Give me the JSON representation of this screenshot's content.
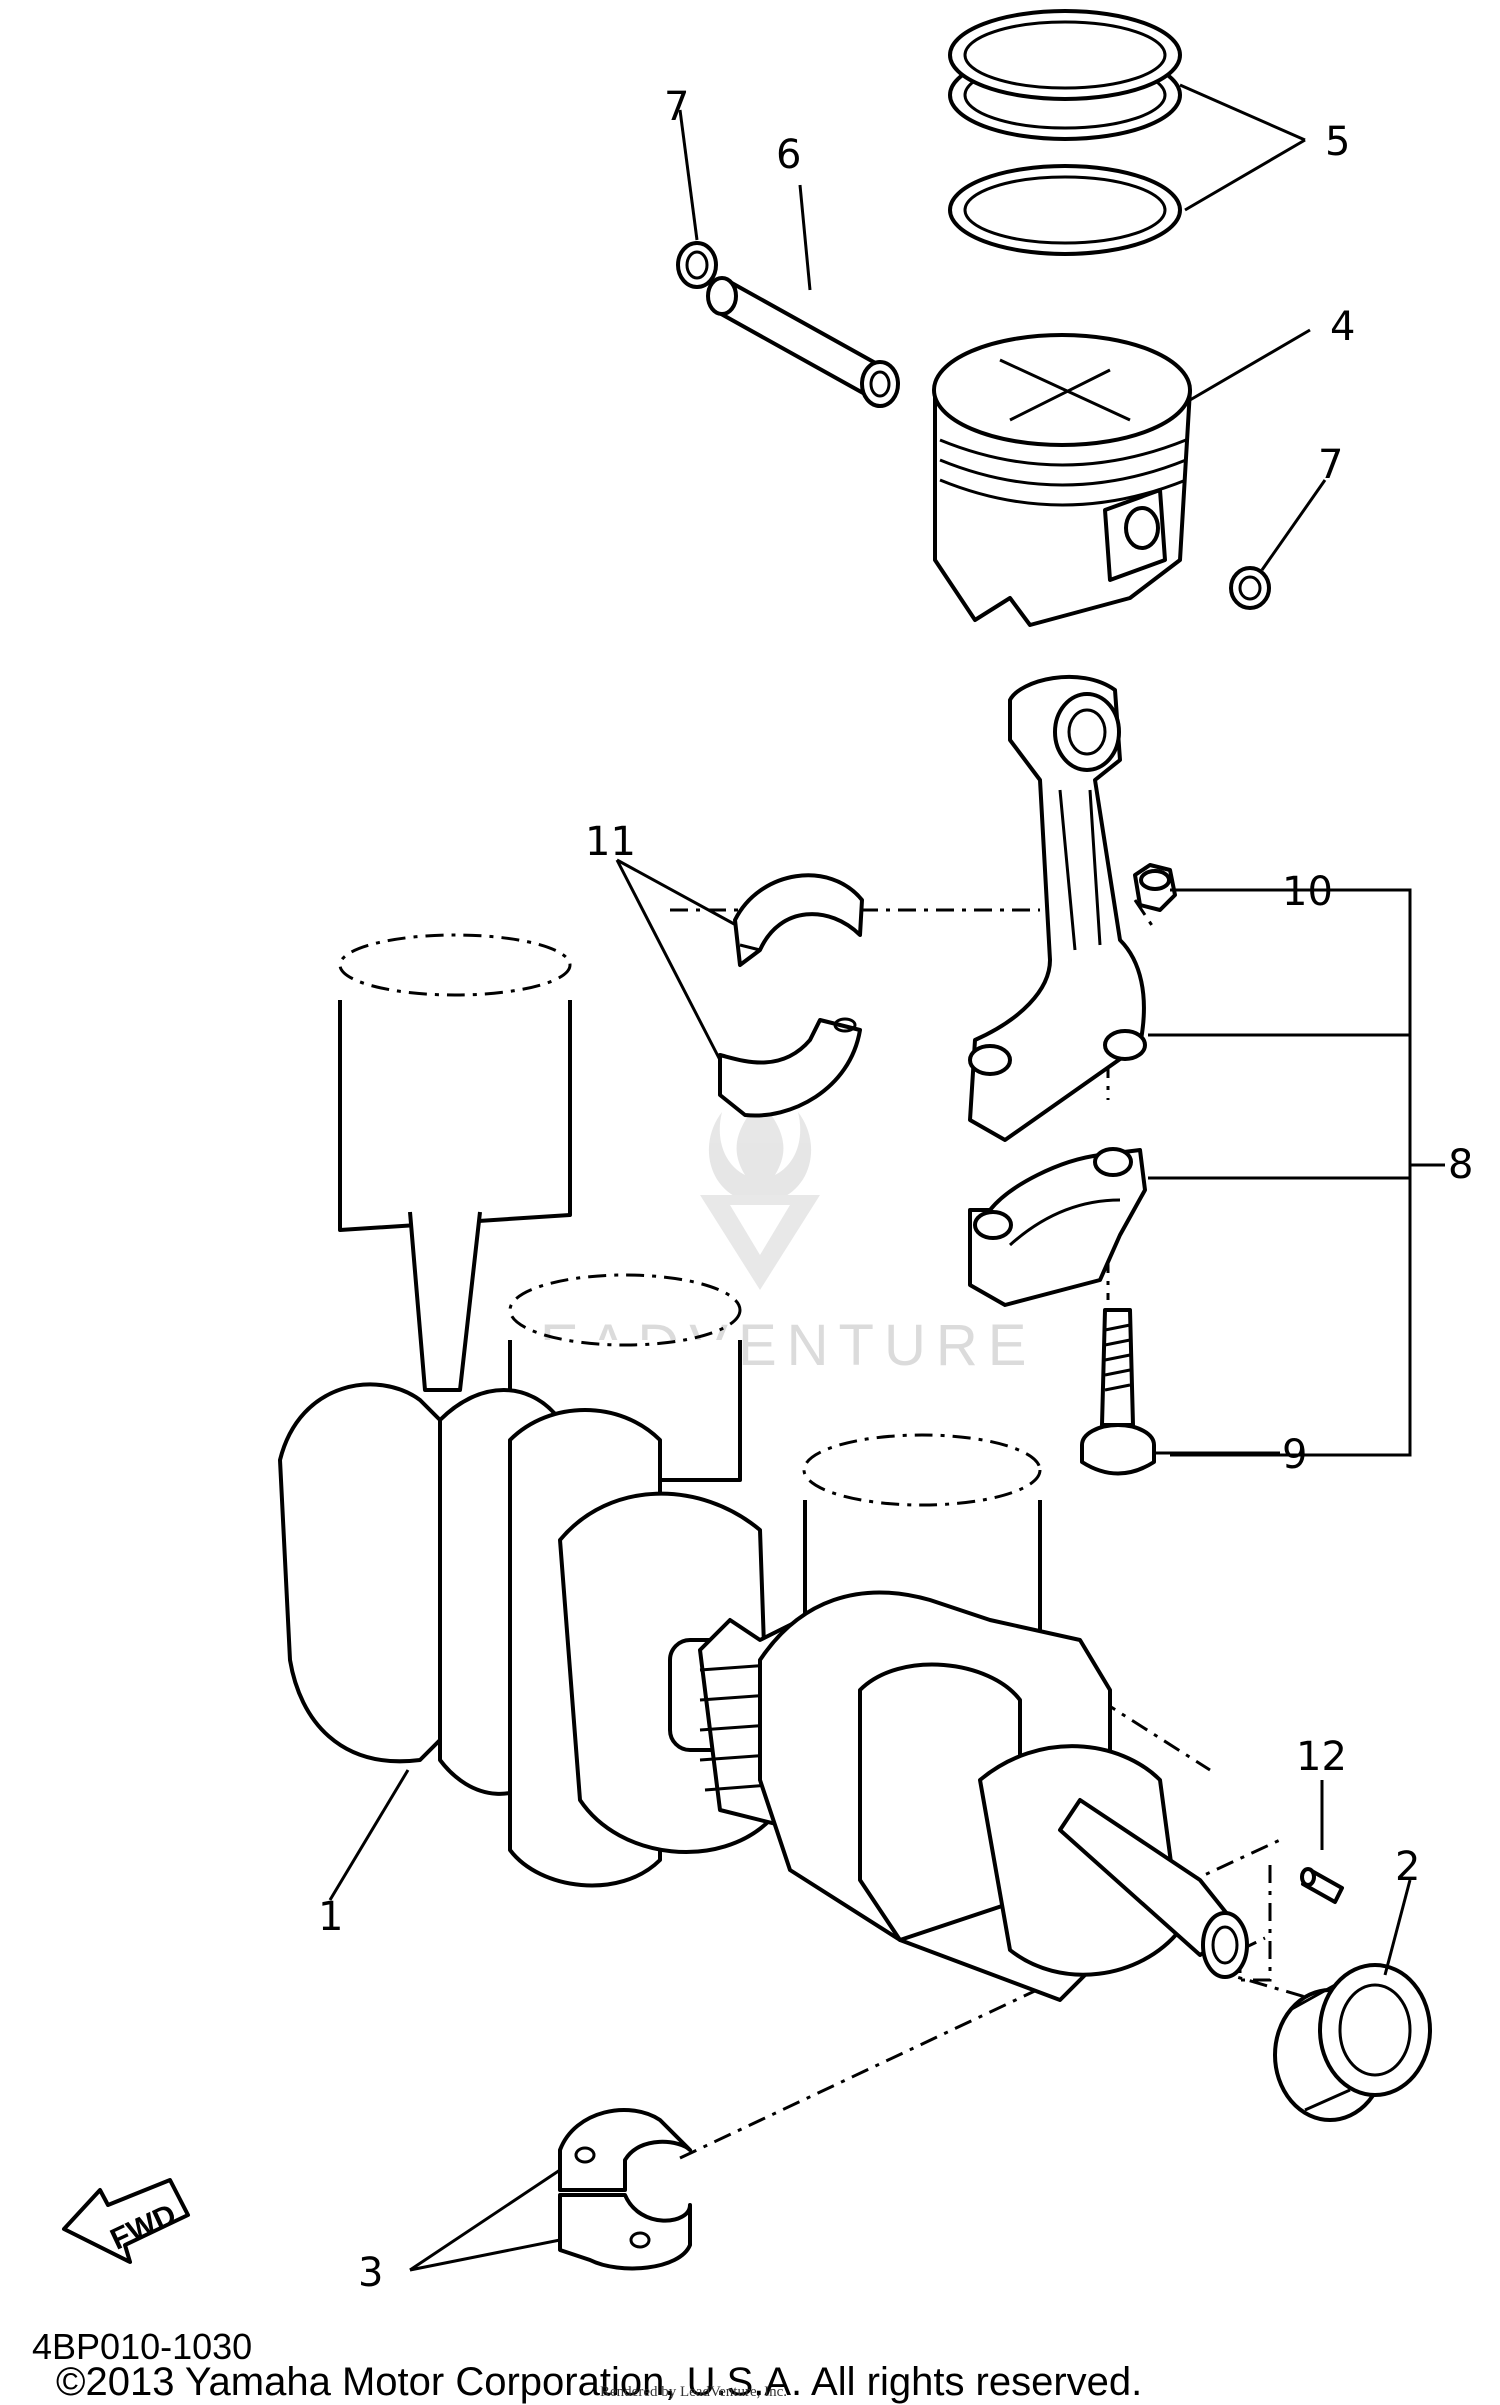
{
  "callouts": {
    "c1": "1",
    "c2": "2",
    "c3": "3",
    "c4": "4",
    "c5": "5",
    "c6": "6",
    "c7a": "7",
    "c7b": "7",
    "c8": "8",
    "c9": "9",
    "c10": "10",
    "c11": "11",
    "c12": "12"
  },
  "fwd_label": "FWD",
  "watermark": {
    "text": "EADVENTURE"
  },
  "footer": {
    "diagram_code": "4BP010-1030",
    "copyright": "©2013 Yamaha Motor Corporation, U.S.A. All rights reserved.",
    "render_credit": "Rendered by LeadVenture, Inc."
  }
}
